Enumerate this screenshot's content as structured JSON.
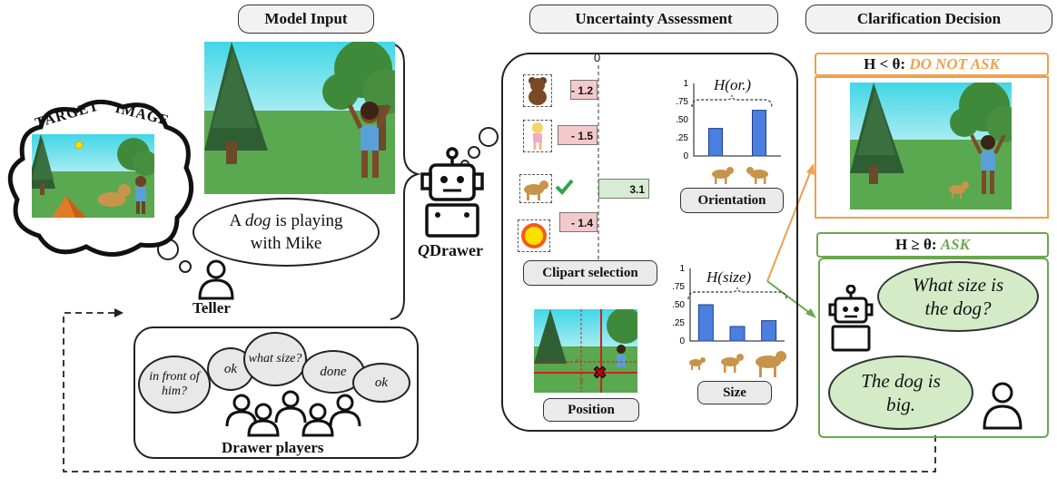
{
  "headers": {
    "model_input": "Model Input",
    "uncertainty": "Uncertainty Assessment",
    "clarification": "Clarification Decision"
  },
  "target_image_label": [
    "TARGET",
    "IMAGE"
  ],
  "teller": {
    "speech_plain": "A ",
    "speech_italic_1": "dog",
    "speech_mid": " is playing",
    "speech_line2": "with Mike",
    "label": "Teller"
  },
  "drawer_players": {
    "label": "Drawer players",
    "bubbles": [
      "in front of him?",
      "ok",
      "what size?",
      "done",
      "ok"
    ]
  },
  "qdrawer": {
    "q": "Q",
    "rest": "Drawer"
  },
  "clipart_selection": {
    "label": "Clipart selection",
    "axis_zero": "0",
    "items": [
      {
        "icon": "bear-icon",
        "score": "- 1.2",
        "value": -1.2
      },
      {
        "icon": "girl-icon",
        "score": "- 1.5",
        "value": -1.5
      },
      {
        "icon": "dog-icon",
        "score": "3.1",
        "value": 3.1,
        "selected": true
      },
      {
        "icon": "sun-icon",
        "score": "- 1.4",
        "value": -1.4
      }
    ],
    "neg_color": "#f3c9cc",
    "pos_color": "#d7ecd2"
  },
  "orientation_chart": {
    "title": "H(or.)",
    "label": "Orientation",
    "yticks": [
      "1",
      ".75",
      ".50",
      ".25",
      "0"
    ]
  },
  "size_chart": {
    "title": "H(size)",
    "label": "Size",
    "yticks": [
      "1",
      ".75",
      ".50",
      ".25",
      "0"
    ]
  },
  "position": {
    "label": "Position"
  },
  "decisions": {
    "no_ask_cond": "H < θ: ",
    "no_ask_action": "DO NOT ASK",
    "ask_cond": "H ≥ θ: ",
    "ask_action": "ASK",
    "question": "What size is the dog?",
    "answer": "The dog is big.",
    "orange": "#f0a04b",
    "green": "#6aa84f"
  },
  "chart_data": [
    {
      "type": "bar",
      "title": "H(or.)",
      "categories": [
        "dog-facing-left",
        "dog-facing-right"
      ],
      "values": [
        0.38,
        0.63
      ],
      "ylim": [
        0,
        1
      ]
    },
    {
      "type": "bar",
      "title": "H(size)",
      "categories": [
        "small-dog",
        "medium-dog",
        "large-dog"
      ],
      "values": [
        0.5,
        0.2,
        0.28
      ],
      "ylim": [
        0,
        1
      ]
    }
  ]
}
